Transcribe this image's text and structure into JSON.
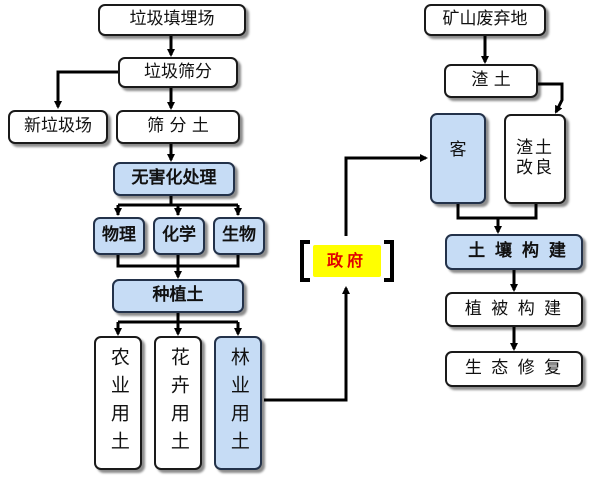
{
  "left_flow": {
    "landfill": "垃圾填埋场",
    "sorting": "垃圾筛分",
    "new_landfill": "新垃圾场",
    "screened_soil": "筛 分 土",
    "harmless_treatment": "无害化处理",
    "methods": [
      "物理",
      "化学",
      "生物"
    ],
    "planting_soil": "种植土",
    "uses": [
      "农业用土",
      "花卉用土",
      "林业用土"
    ]
  },
  "center": {
    "government": "政府"
  },
  "right_flow": {
    "mine_wasteland": "矿山废弃地",
    "slag_soil": "渣 土",
    "guest_soil": "客",
    "slag_improvement": "渣土改良",
    "soil_construction": "土 壤 构 建",
    "vegetation_construction": "植 被 构 建",
    "ecological_restoration": "生 态 修 复"
  },
  "colors": {
    "box_fill_blue": "#c6dcf5",
    "line": "#000000",
    "govt_fill": "#ffff00",
    "govt_text": "#e00000"
  }
}
